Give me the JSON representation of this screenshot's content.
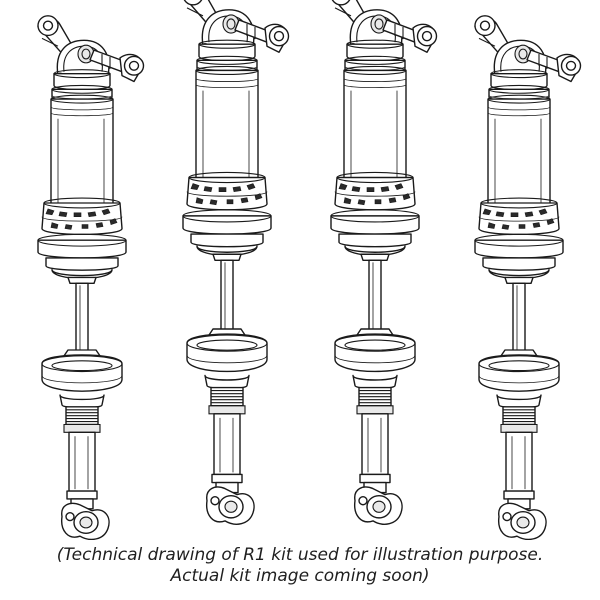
{
  "figure": {
    "units": [
      {
        "name": "shock-absorber-1"
      },
      {
        "name": "shock-absorber-2"
      },
      {
        "name": "shock-absorber-3"
      },
      {
        "name": "shock-absorber-4"
      }
    ]
  },
  "caption": {
    "line1": "(Technical drawing of R1 kit used for illustration purpose.",
    "line2": "Actual kit image coming soon)"
  }
}
